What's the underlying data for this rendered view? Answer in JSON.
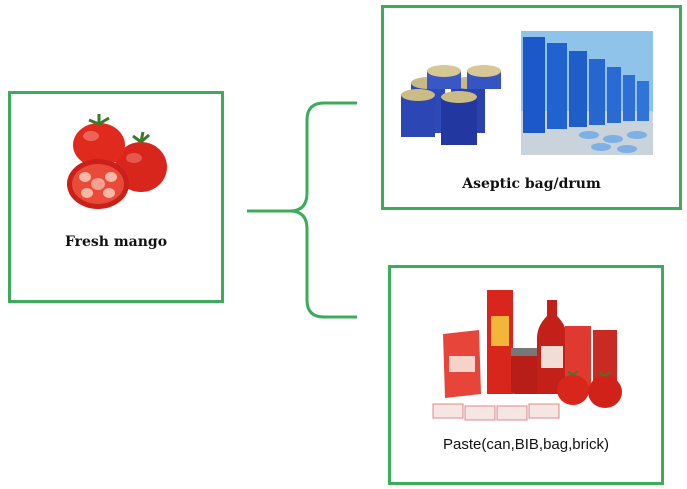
{
  "nodes": {
    "fresh": {
      "label": "Fresh mango"
    },
    "aseptic": {
      "label": "Aseptic bag/drum"
    },
    "paste": {
      "label": "Paste(can,BIB,bag,brick)"
    }
  },
  "colors": {
    "box_border": "#3cab5a",
    "connector": "#3cab5a",
    "tomato": "#d8261c",
    "drum_blue": "#1d58c9",
    "sky": "#8fc3ea"
  },
  "icons": {
    "fresh": "tomatoes-icon",
    "aseptic": "drums-icon",
    "paste": "tomato-products-icon"
  }
}
